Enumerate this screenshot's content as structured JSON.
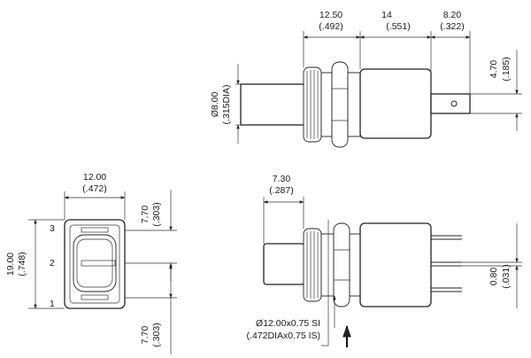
{
  "drawing": {
    "top_view": {
      "dim_12_50": {
        "value": "12.50",
        "inch": "(.492)"
      },
      "dim_14": {
        "value": "14",
        "inch": "(.551)"
      },
      "dim_8_20": {
        "value": "8.20",
        "inch": "(.322)"
      },
      "dim_4_70": {
        "value": "4.70",
        "inch": "(.185)"
      },
      "dim_8_00_dia": {
        "value": "Ø8.00",
        "inch": "(.315DIA)"
      }
    },
    "front_view": {
      "dim_12_00": {
        "value": "12.00",
        "inch": "(.472)"
      },
      "dim_19_00": {
        "value": "19.00",
        "inch": "(.748)"
      },
      "dim_7_70_top": {
        "value": "7.70",
        "inch": "(.303)"
      },
      "dim_7_70_bottom": {
        "value": "7.70",
        "inch": "(.303)"
      },
      "pin_labels": [
        "3",
        "2",
        "1"
      ]
    },
    "side_view": {
      "dim_7_30": {
        "value": "7.30",
        "inch": "(.287)"
      },
      "dim_0_80": {
        "value": "0.80",
        "inch": "(.031)"
      },
      "thread_note": {
        "metric": "Ø12.00x0.75 SI",
        "inch": "(.472DIAx0.75 IS)"
      }
    }
  }
}
